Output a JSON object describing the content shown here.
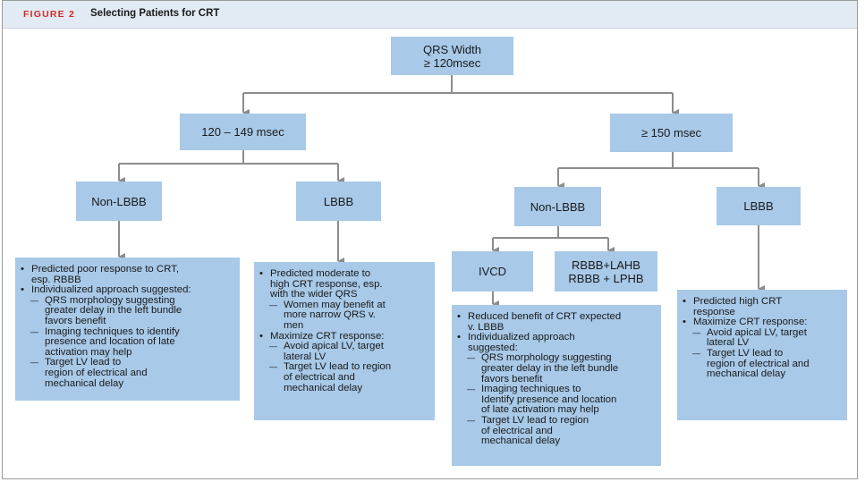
{
  "figure": {
    "label": "FIGURE 2",
    "title": "Selecting Patients for CRT"
  },
  "nodes": {
    "root": [
      "QRS Width",
      "≥ 120msec"
    ],
    "mid_left": "120 – 149 msec",
    "mid_right": "≥ 150 msec",
    "nonlbbb_left": "Non-LBBB",
    "lbbb_left": "LBBB",
    "nonlbbb_right": "Non-LBBB",
    "lbbb_right": "LBBB",
    "ivcd": "IVCD",
    "rbbb": [
      "RBBB+LAHB",
      "RBBB + LPHB"
    ]
  },
  "notes": {
    "nonlbbb_left": [
      {
        "type": "bullet",
        "lines": [
          "Predicted poor response to CRT,",
          "esp. RBBB"
        ]
      },
      {
        "type": "bullet",
        "lines": [
          "Individualized approach suggested:"
        ]
      },
      {
        "type": "dash",
        "lines": [
          "QRS morphology suggesting",
          "greater delay in the left bundle",
          "favors benefit"
        ]
      },
      {
        "type": "dash",
        "lines": [
          "Imaging techniques to identify",
          "presence and location of late",
          "activation may help"
        ]
      },
      {
        "type": "dash",
        "lines": [
          "Target LV lead to",
          "region of electrical and",
          "mechanical delay"
        ]
      }
    ],
    "lbbb_left": [
      {
        "type": "bullet",
        "lines": [
          "Predicted moderate to",
          "high CRT response, esp.",
          "with the wider QRS"
        ]
      },
      {
        "type": "dash",
        "lines": [
          "Women may benefit at",
          "more narrow QRS v.",
          "men"
        ]
      },
      {
        "type": "bullet",
        "lines": [
          "Maximize CRT response:"
        ]
      },
      {
        "type": "dash",
        "lines": [
          "Avoid apical LV, target",
          "lateral LV"
        ]
      },
      {
        "type": "dash",
        "lines": [
          "Target LV lead to region",
          "of electrical and",
          "mechanical delay"
        ]
      }
    ],
    "ivcd": [
      {
        "type": "bullet",
        "lines": [
          "Reduced benefit of CRT expected",
          "v. LBBB"
        ]
      },
      {
        "type": "bullet",
        "lines": [
          "Individualized approach",
          "suggested:"
        ]
      },
      {
        "type": "dash",
        "lines": [
          "QRS morphology suggesting",
          "greater delay in the left bundle",
          "favors benefit"
        ]
      },
      {
        "type": "dash",
        "lines": [
          "Imaging techniques to",
          "Identify presence and location",
          "of late activation may help"
        ]
      },
      {
        "type": "dash",
        "lines": [
          "Target LV lead to region",
          "of electrical and",
          "mechanical delay"
        ]
      }
    ],
    "lbbb_right": [
      {
        "type": "bullet",
        "lines": [
          "Predicted high CRT",
          "response"
        ]
      },
      {
        "type": "bullet",
        "lines": [
          "Maximize CRT response:"
        ]
      },
      {
        "type": "dash",
        "lines": [
          "Avoid apical LV, target",
          "lateral LV"
        ]
      },
      {
        "type": "dash",
        "lines": [
          "Target LV lead to",
          "region of electrical and",
          "mechanical delay"
        ]
      }
    ]
  }
}
